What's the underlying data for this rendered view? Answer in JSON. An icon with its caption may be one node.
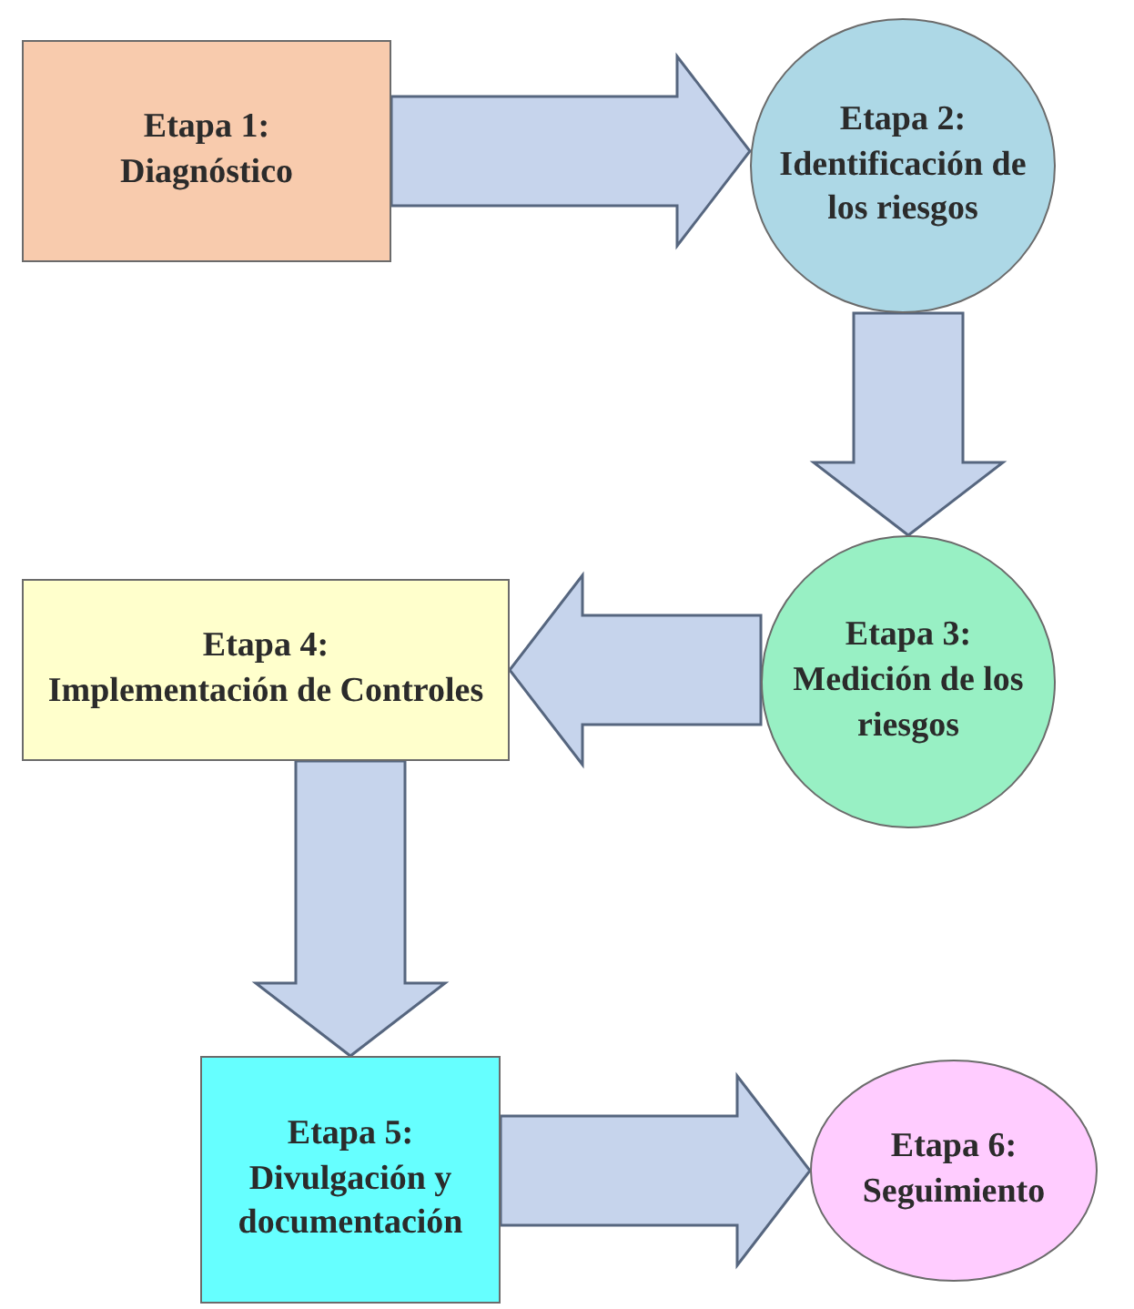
{
  "diagram": {
    "nodes": [
      {
        "text": [
          "Etapa 1:",
          "Diagnóstico"
        ]
      },
      {
        "text": [
          "Etapa 2:",
          "Identificación de los riesgos"
        ]
      },
      {
        "text": [
          "Etapa 3:",
          "Medición de los riesgos"
        ]
      },
      {
        "text": [
          "Etapa 4:",
          "Implementación de Controles"
        ]
      },
      {
        "text": [
          "Etapa 5:",
          "Divulgación y documentación"
        ]
      },
      {
        "text": [
          "Etapa 6:",
          "Seguimiento"
        ]
      }
    ],
    "edges": [
      {
        "from": 0,
        "to": 1,
        "arrow": "to"
      },
      {
        "from": 1,
        "to": 2,
        "arrow": "to"
      },
      {
        "from": 2,
        "to": 3,
        "arrow": "to"
      },
      {
        "from": 3,
        "to": 4,
        "arrow": "to"
      },
      {
        "from": 4,
        "to": 5,
        "arrow": "to"
      }
    ]
  }
}
